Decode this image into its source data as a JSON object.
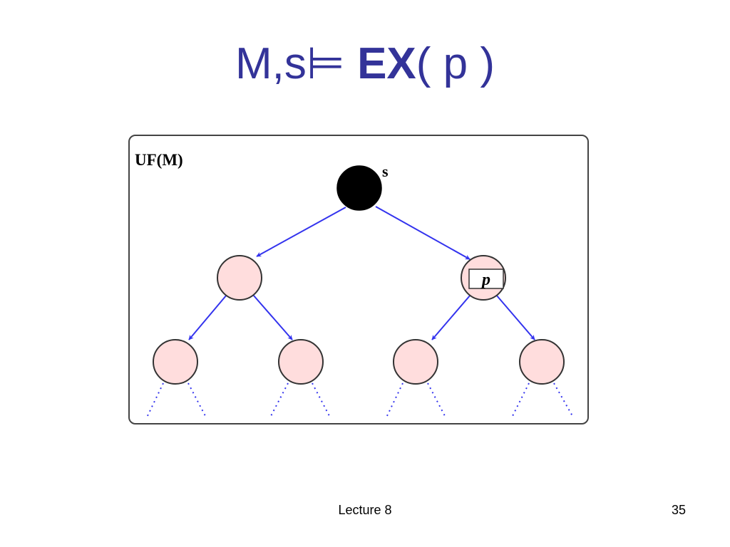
{
  "slide": {
    "title": {
      "prefix": "M,s",
      "entails_symbol": "⊨",
      "operator": "EX",
      "argument": "( p )"
    },
    "footer": {
      "center": "Lecture 8",
      "page_number": "35"
    }
  },
  "diagram": {
    "frame_label": "UF(M)",
    "root_label": "s",
    "prop_label": "p",
    "colors": {
      "root_fill": "#000000",
      "node_fill": "#ffdddd",
      "node_stroke": "#333333",
      "edge": "#3333ee",
      "frame_stroke": "#444444"
    }
  }
}
